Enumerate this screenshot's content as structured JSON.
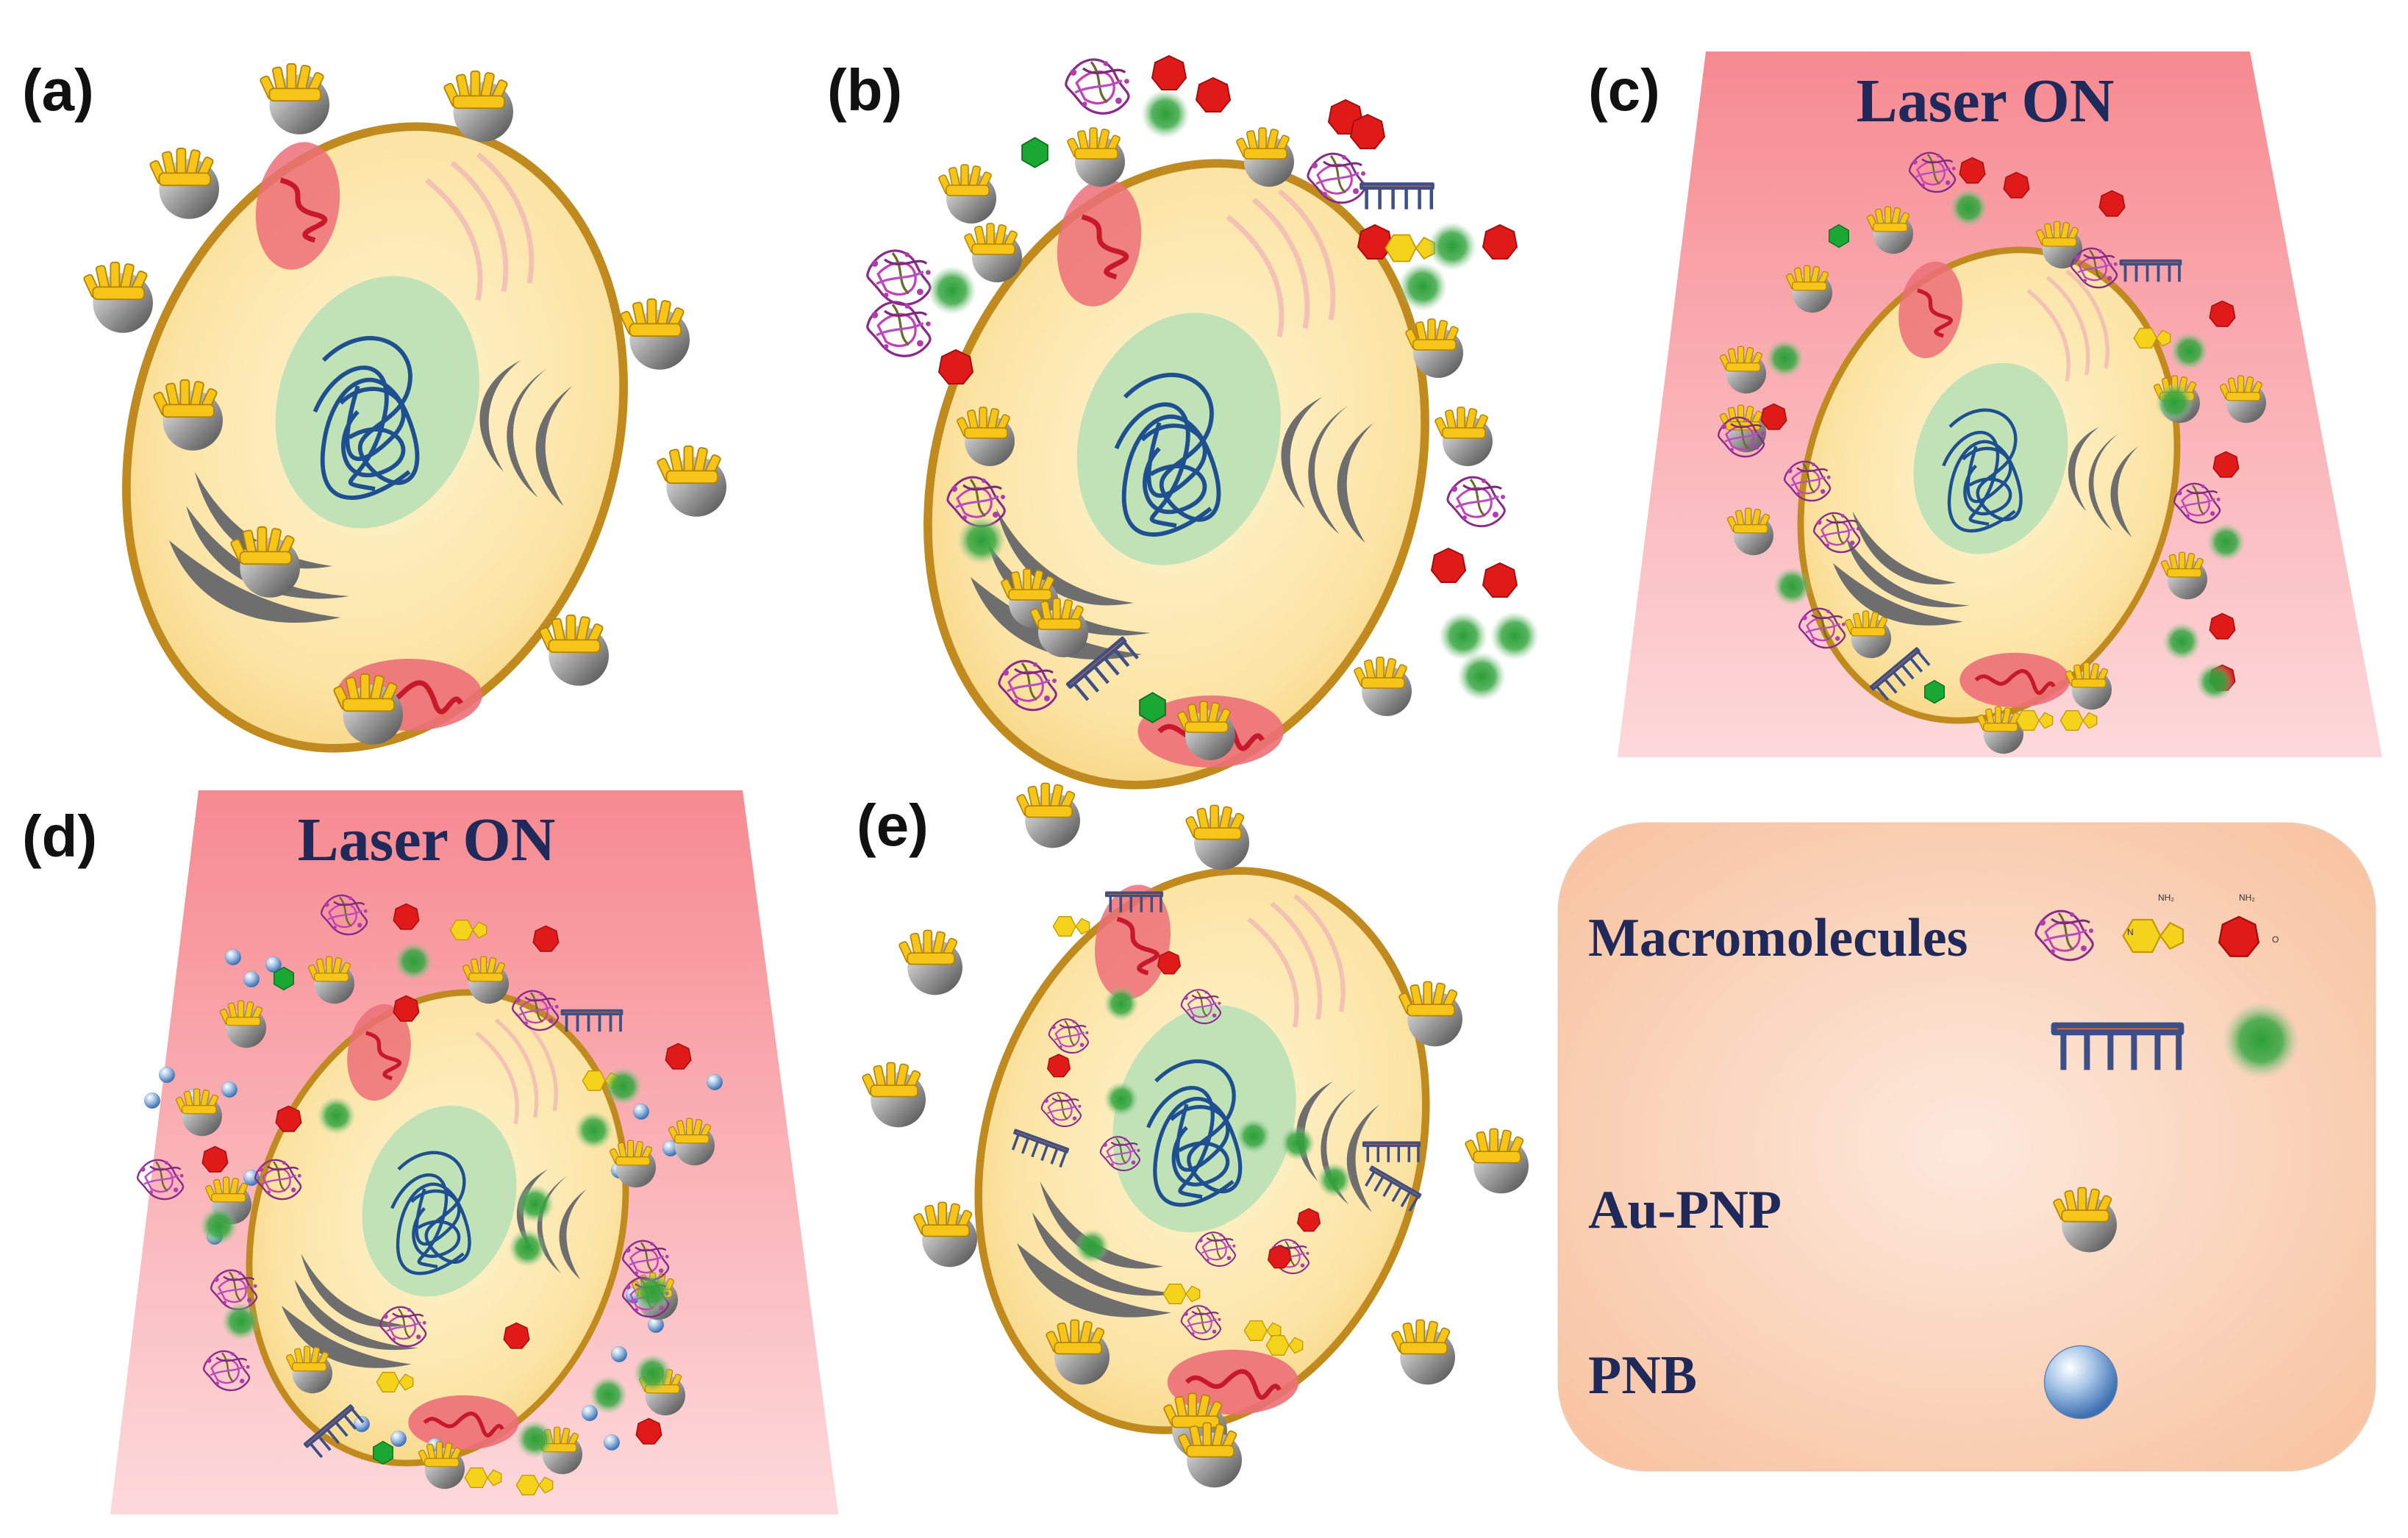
{
  "panels": [
    {
      "id": "a",
      "label": "(a)"
    },
    {
      "id": "b",
      "label": "(b)"
    },
    {
      "id": "c",
      "label": "(c)",
      "banner": "Laser ON"
    },
    {
      "id": "d",
      "label": "(d)",
      "banner": "Laser ON"
    },
    {
      "id": "e",
      "label": "(e)"
    }
  ],
  "legend": {
    "macromolecules": "Macromolecules",
    "aupnp": "Au-PNP",
    "pnb": "PNB",
    "glyph_nh2": "NH₂",
    "glyph_o": "O",
    "glyph_n": "N"
  },
  "colors": {
    "cell_fill": "#fbe4a8",
    "cell_stroke": "#c08a1e",
    "nucleus": "#b9e0b5",
    "chromatin": "#1d4f91",
    "mitochondria": "#ec6f78",
    "golgi": "#707070",
    "gold": "#f7c51a",
    "laser": "#f59a9f",
    "legend_box": "#f9cfb2",
    "green_particle": "#2e9e3a",
    "red_molecule": "#e01919",
    "comb": "#e8731c"
  }
}
